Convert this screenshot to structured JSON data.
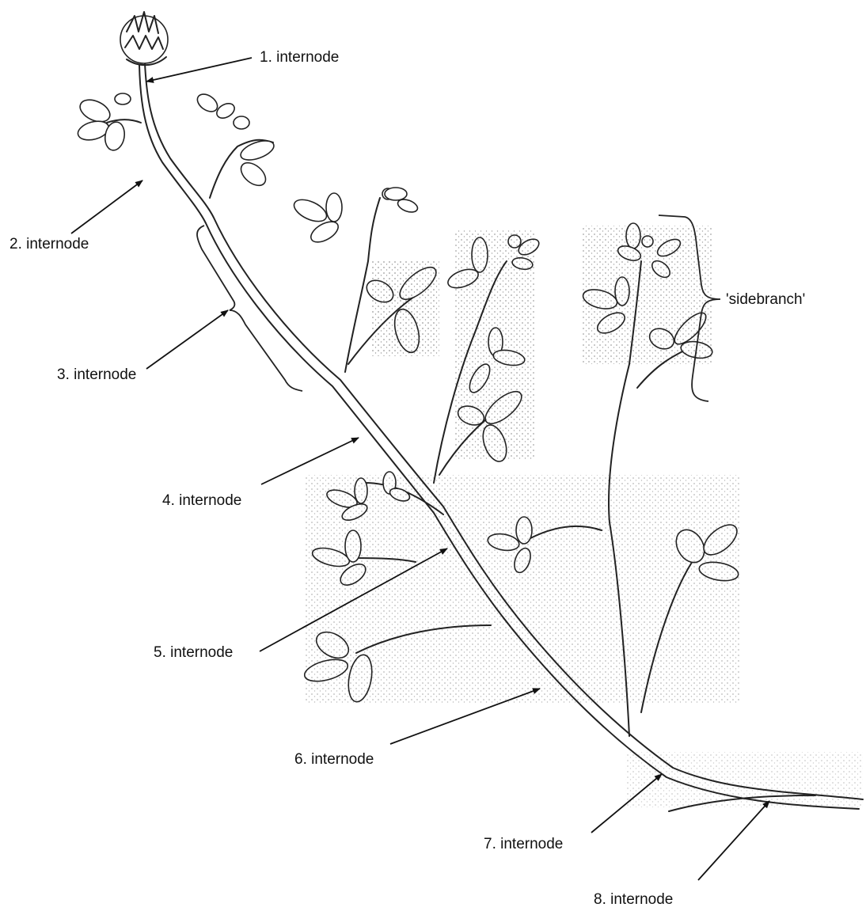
{
  "labels": {
    "internode_1": "1. internode",
    "internode_2": "2. internode",
    "internode_3": "3. internode",
    "internode_4": "4. internode",
    "internode_5": "5. internode",
    "internode_6": "6. internode",
    "internode_7": "7. internode",
    "internode_8": "8. internode",
    "sidebranch": "'sidebranch'"
  },
  "colors": {
    "ink": "#222222",
    "background": "#ffffff"
  }
}
